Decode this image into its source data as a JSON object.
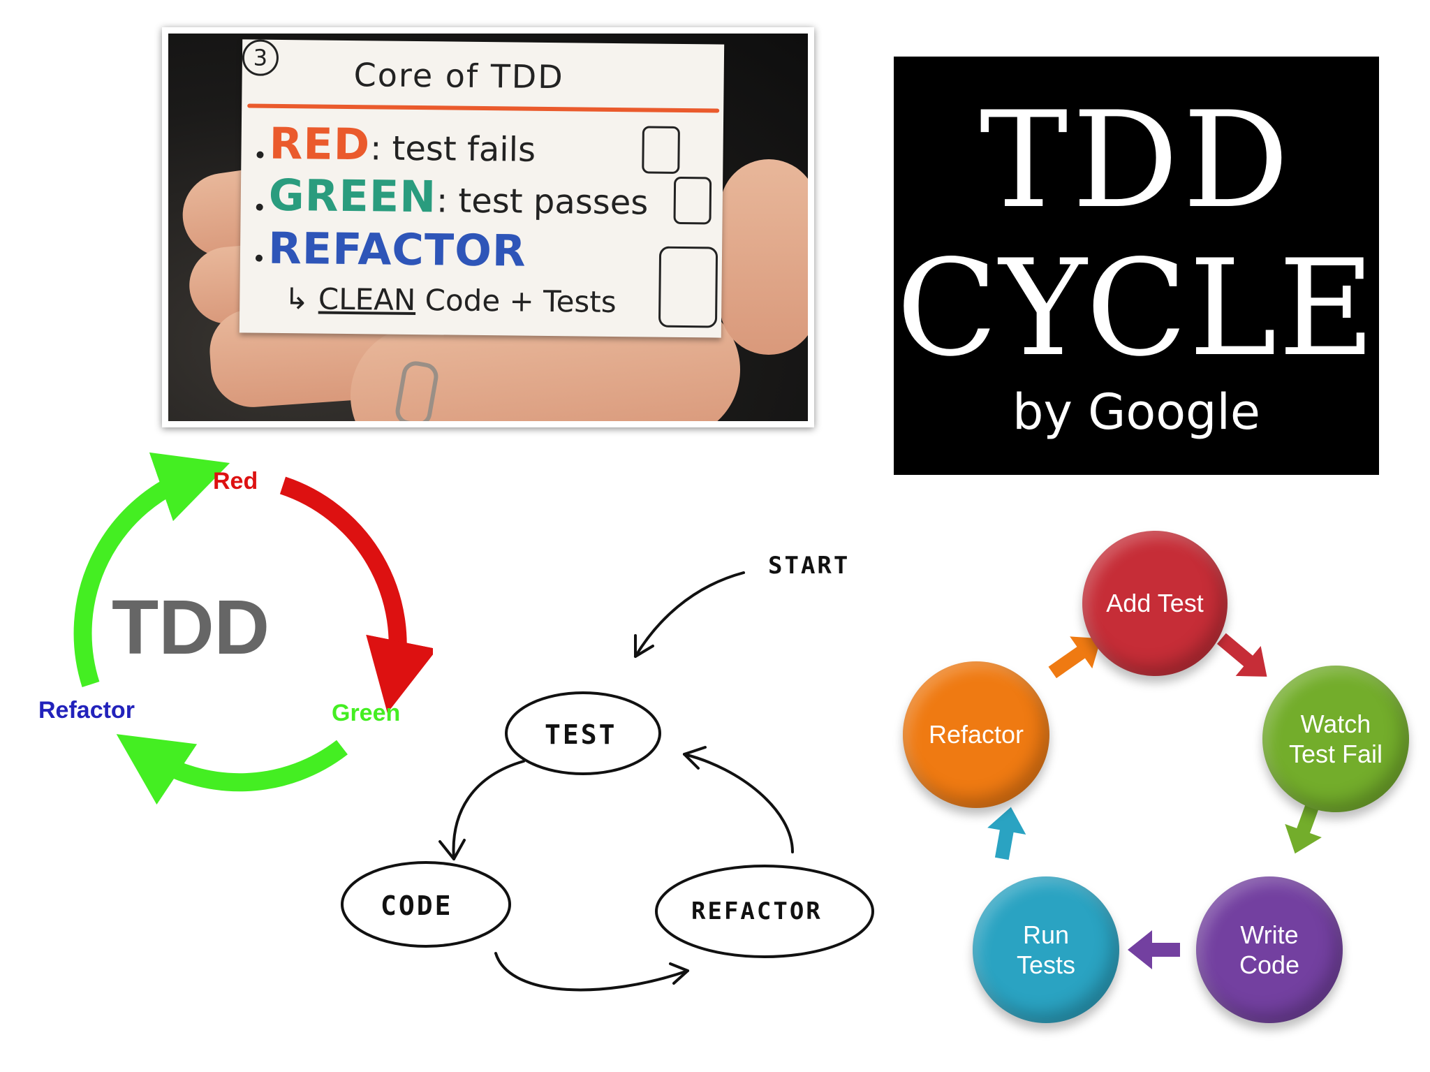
{
  "card": {
    "title": "Core of TDD",
    "number": "3",
    "red_word": "RED",
    "red_desc": ": test fails",
    "green_word": "GREEN",
    "green_desc": ": test passes",
    "refactor_word": "REFACTOR",
    "refactor_arrow": "↳",
    "refactor_clean": "CLEAN",
    "refactor_desc": "Code + Tests",
    "colors": {
      "red": "#ea5a2c",
      "green": "#2a9c7e",
      "blue": "#2e55b8"
    }
  },
  "poster": {
    "line1": "TDD",
    "line2": "CYCLE",
    "subtitle": "by Google"
  },
  "rg_cycle": {
    "center": "TDD",
    "red_label": "Red",
    "green_label": "Green",
    "refactor_label": "Refactor",
    "colors": {
      "red": "#dd1111",
      "green": "#44ee22",
      "refactor": "#2222bb",
      "center": "#666666"
    }
  },
  "sketch": {
    "start": "START",
    "test": "TEST",
    "code": "CODE",
    "refactor": "REFACTOR"
  },
  "ball_cycle": {
    "nodes": [
      {
        "label": "Add Test",
        "color": "#c62d37"
      },
      {
        "label": "Watch\nTest Fail",
        "color": "#73ad2b"
      },
      {
        "label": "Write\nCode",
        "color": "#7340a0"
      },
      {
        "label": "Run\nTests",
        "color": "#2aa3c2"
      },
      {
        "label": "Refactor",
        "color": "#ef7a12"
      }
    ]
  }
}
